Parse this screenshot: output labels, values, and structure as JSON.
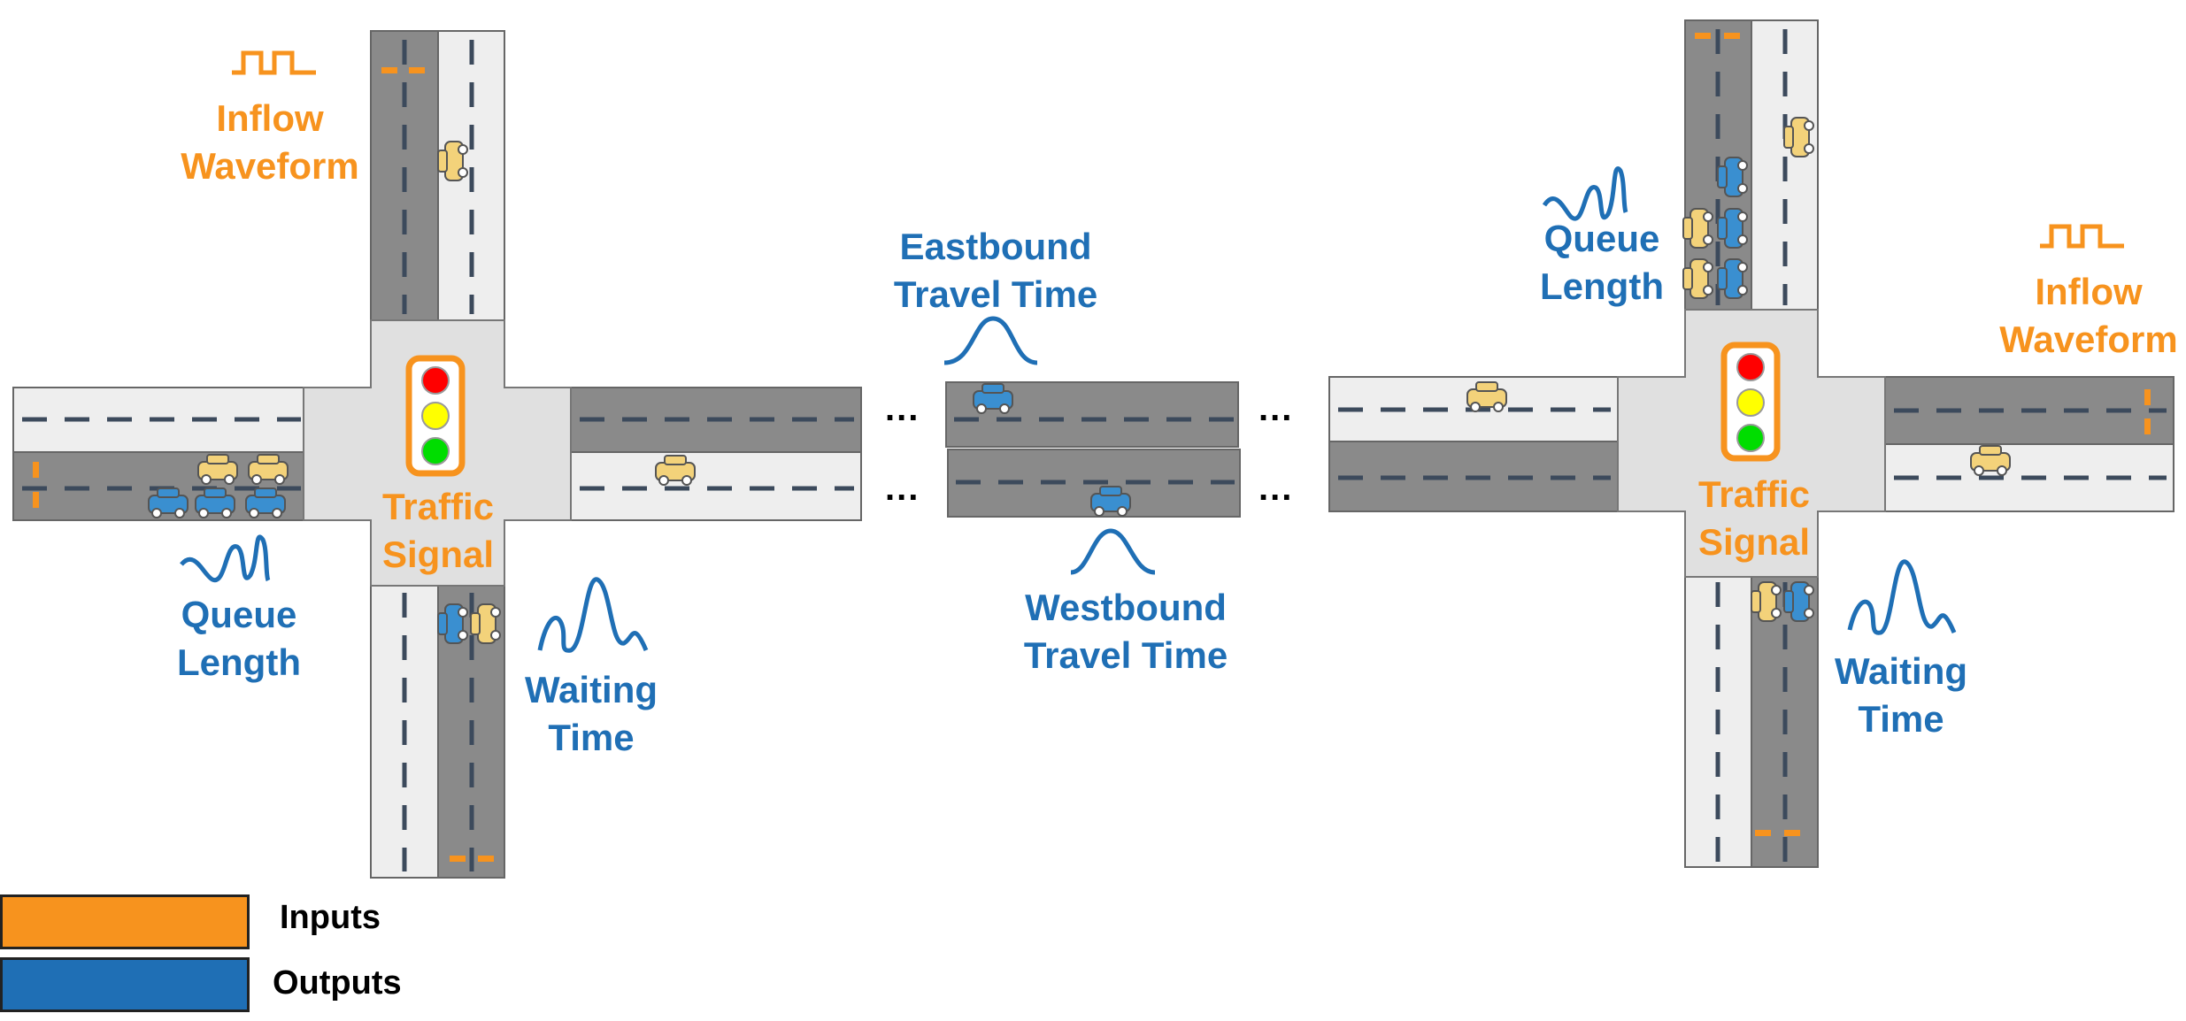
{
  "colors": {
    "inputs": "#f7931e",
    "outputs": "#1f6fb5",
    "road_dark": "#8a8a8a",
    "road_light": "#eeeeee",
    "intersection": "#e0e0e0",
    "lane_dash": "#3c4a5c",
    "car_blue": "#3a8fd0",
    "car_yellow": "#f3d27a"
  },
  "left_intersection": {
    "signal_label": [
      "Traffic",
      "Signal"
    ],
    "inflow_label": [
      "Inflow",
      "Waveform"
    ],
    "queue_label": [
      "Queue",
      "Length"
    ],
    "waiting_label": [
      "Waiting",
      "Time"
    ]
  },
  "middle_segment": {
    "eastbound_label": [
      "Eastbound",
      "Travel Time"
    ],
    "westbound_label": [
      "Westbound",
      "Travel Time"
    ],
    "ellipsis": "..."
  },
  "right_intersection": {
    "signal_label": [
      "Traffic",
      "Signal"
    ],
    "inflow_label": [
      "Inflow",
      "Waveform"
    ],
    "queue_label": [
      "Queue",
      "Length"
    ],
    "waiting_label": [
      "Waiting",
      "Time"
    ]
  },
  "legend": {
    "inputs": "Inputs",
    "outputs": "Outputs"
  },
  "icons": [
    "traffic-light-icon",
    "car-icon",
    "square-wave-icon",
    "wave-signal-icon",
    "bell-pulse-icon"
  ]
}
